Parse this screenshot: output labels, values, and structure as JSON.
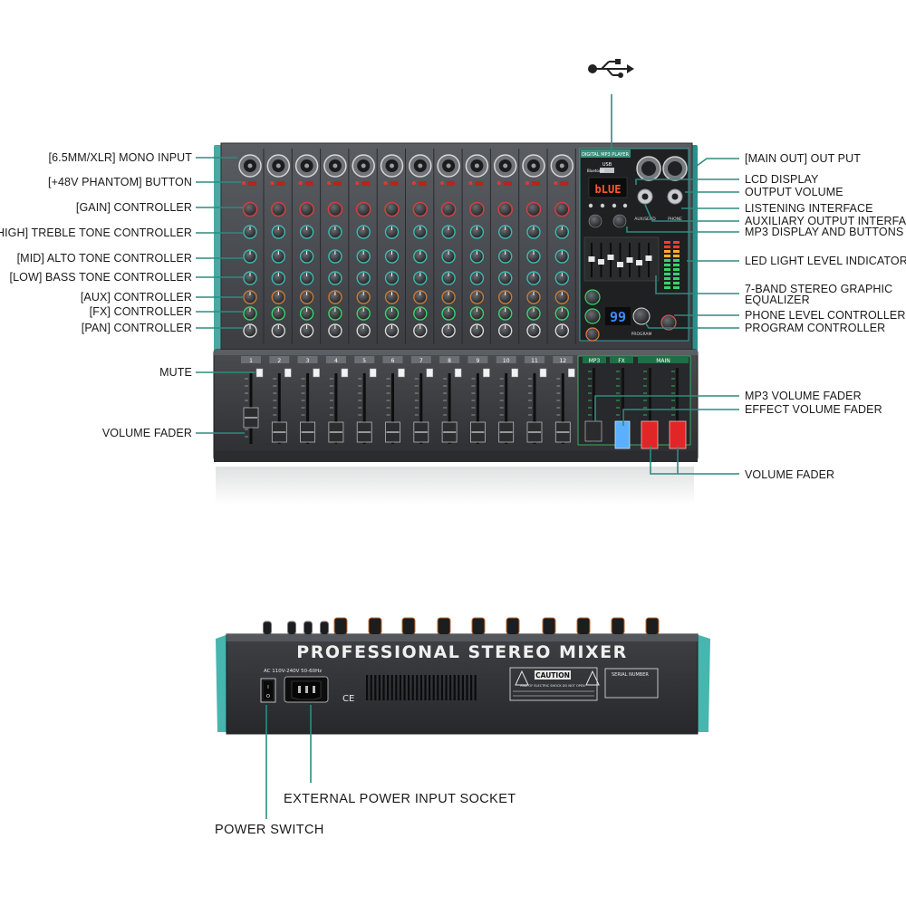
{
  "colors": {
    "leader": "#2e8b80",
    "panel": "#3a3c40",
    "panel_dark": "#26282b",
    "accent_teal": "#3fb8b0",
    "led_green": "#38d36a",
    "fader_red": "#e02626",
    "fader_blue": "#5ab0ff"
  },
  "icons": {
    "usb": "usb-icon"
  },
  "labels_left": [
    "[6.5MM/XLR] MONO INPUT",
    "[+48V PHANTOM] BUTTON",
    "[GAIN] CONTROLLER",
    "[HIGH] TREBLE TONE CONTROLLER",
    "[MID] ALTO TONE CONTROLLER",
    "[LOW] BASS TONE CONTROLLER",
    "[AUX] CONTROLLER",
    "[FX] CONTROLLER",
    "[PAN] CONTROLLER",
    "MUTE",
    "VOLUME FADER"
  ],
  "labels_right": [
    "[MAIN OUT] OUT PUT",
    "LCD DISPLAY",
    "OUTPUT VOLUME",
    "LISTENING INTERFACE",
    "AUXILIARY OUTPUT INTERFACE",
    "MP3 DISPLAY AND BUTTONS",
    "LED LIGHT LEVEL INDICATORS",
    "7-BAND STEREO GRAPHIC",
    "EQUALIZER",
    "PHONE LEVEL CONTROLLER",
    "PROGRAM CONTROLLER",
    "MP3 VOLUME FADER",
    "EFFECT VOLUME FADER",
    "VOLUME FADER"
  ],
  "labels_bottom": [
    "EXTERNAL POWER INPUT SOCKET",
    "POWER SWITCH"
  ],
  "panel_text": {
    "brand_title": "PROFESSIONAL STEREO MIXER",
    "power_rating": "AC 110V-240V 50-60Hz",
    "caution": "CAUTION",
    "caution_sub": "RISK OF ELECTRIC SHOCK DO NOT OPEN",
    "serial": "SERIAL NUMBER",
    "ce_mark": "CE",
    "mp3_title": "DIGITAL MP3 PLAYER",
    "usb": "USB",
    "bluetooth": "Bluetooth",
    "lcd_text": "bLUE",
    "effect_number": "99",
    "aux": "AUX/SEND",
    "phone": "PHONE",
    "program": "PROGRAM",
    "section_mp3": "MP3",
    "section_fx": "FX",
    "section_main": "MAIN",
    "channel_numbers": [
      "1",
      "2",
      "3",
      "4",
      "5",
      "6",
      "7",
      "8",
      "9",
      "10",
      "11",
      "12"
    ]
  }
}
